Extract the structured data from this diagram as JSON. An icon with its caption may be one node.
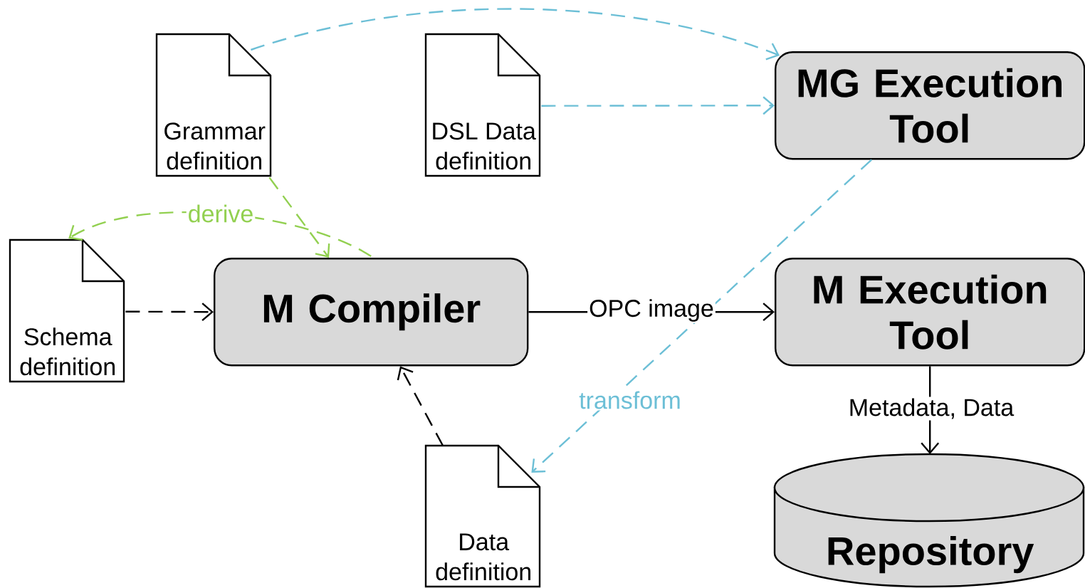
{
  "diagram": {
    "nodes": [
      {
        "text": [
          "Grammar definition"
        ]
      },
      {
        "text": [
          "DSL Data definition"
        ]
      },
      {
        "text": [
          "MG Execution Tool"
        ]
      },
      {
        "text": [
          "Schema definition"
        ]
      },
      {
        "text": [
          "M Compiler"
        ]
      },
      {
        "text": [
          "M Execution Tool"
        ]
      },
      {
        "text": [
          "Data definition"
        ]
      },
      {
        "text": [
          "Repository"
        ]
      }
    ],
    "edges": [
      {
        "from": 0,
        "to": 2,
        "arrow": "to",
        "style": "dashed",
        "color": "#6cbfd6"
      },
      {
        "from": 1,
        "to": 2,
        "arrow": "to",
        "style": "dashed",
        "color": "#6cbfd6"
      },
      {
        "from": 0,
        "to": 4,
        "arrow": "to",
        "style": "dashed",
        "color": "#92d050"
      },
      {
        "from": 4,
        "to": 3,
        "arrow": "to",
        "style": "dashed",
        "color": "#92d050",
        "label": "derive"
      },
      {
        "from": 3,
        "to": 4,
        "arrow": "to",
        "style": "dashed"
      },
      {
        "from": 4,
        "to": 5,
        "arrow": "to",
        "label": "OPC image"
      },
      {
        "from": 2,
        "to": 6,
        "arrow": "to",
        "style": "dashed",
        "color": "#6cbfd6",
        "label": "transform"
      },
      {
        "from": 6,
        "to": 4,
        "arrow": "to",
        "style": "dashed"
      },
      {
        "from": 5,
        "to": 7,
        "arrow": "to",
        "label": "Metadata, Data"
      }
    ]
  }
}
